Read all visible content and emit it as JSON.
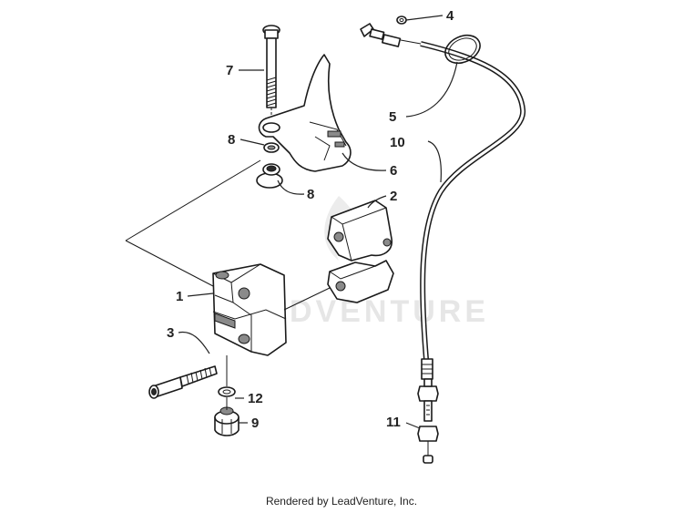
{
  "watermark": "LEADVENTURE",
  "footer": "Rendered by LeadVenture, Inc.",
  "callouts": {
    "c1": "1",
    "c2": "2",
    "c3": "3",
    "c4": "4",
    "c5": "5",
    "c6": "6",
    "c7": "7",
    "c8a": "8",
    "c8b": "8",
    "c9": "9",
    "c10": "10",
    "c11": "11",
    "c12": "12"
  }
}
